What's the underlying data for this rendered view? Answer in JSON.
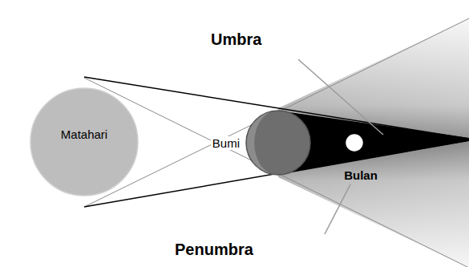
{
  "diagram": {
    "nodes": [
      {
        "text": [
          "Matahari"
        ]
      },
      {
        "text": [
          "Bumi"
        ]
      },
      {
        "text": [
          "Bulan"
        ]
      }
    ],
    "labels": [
      "Umbra",
      "Penumbra"
    ]
  }
}
